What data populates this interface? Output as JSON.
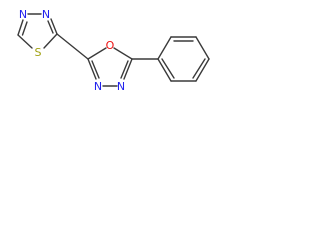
{
  "molecule": {
    "colors": {
      "background": "#ffffff",
      "bond": "#3a3a3a",
      "nitrogen": "#2222ee",
      "oxygen": "#ee1111",
      "sulfur": "#a0a010"
    },
    "atoms": {
      "thiadiazole_n3": "N",
      "thiadiazole_n4": "N",
      "thiadiazole_s1": "S",
      "oxadiazole_o1": "O",
      "oxadiazole_n3": "N",
      "oxadiazole_n4": "N"
    }
  }
}
